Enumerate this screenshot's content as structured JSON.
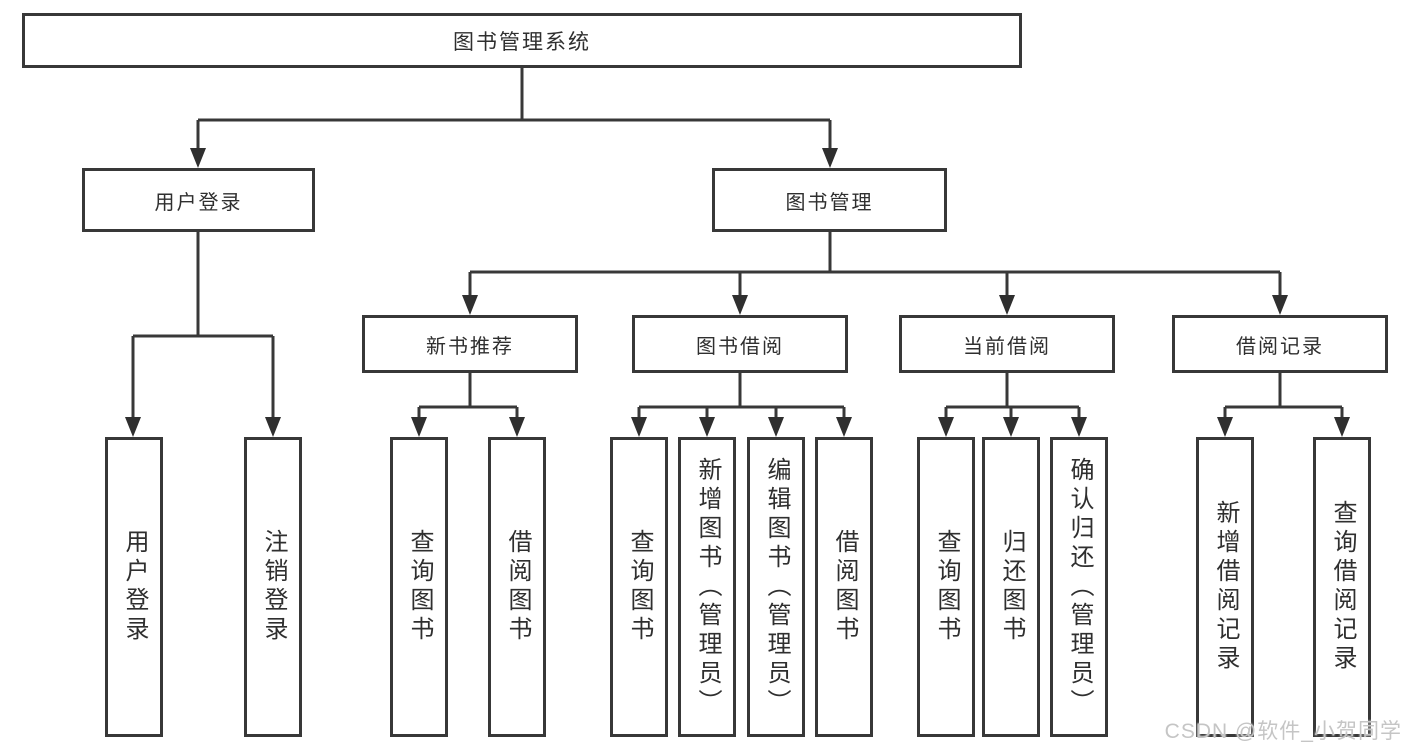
{
  "diagram": {
    "root": "图书管理系统",
    "branches": [
      {
        "label": "用户登录",
        "leaves": [
          "用户登录",
          "注销登录"
        ]
      },
      {
        "label": "图书管理",
        "children": [
          {
            "label": "新书推荐",
            "leaves": [
              "查询图书",
              "借阅图书"
            ]
          },
          {
            "label": "图书借阅",
            "leaves": [
              "查询图书",
              "新增图书（管理员）",
              "编辑图书（管理员）",
              "借阅图书"
            ]
          },
          {
            "label": "当前借阅",
            "leaves": [
              "查询图书",
              "归还图书",
              "确认归还（管理员）"
            ]
          },
          {
            "label": "借阅记录",
            "leaves": [
              "新增借阅记录",
              "查询借阅记录"
            ]
          }
        ]
      }
    ]
  },
  "watermark": "CSDN @软件_小贺同学",
  "colors": {
    "line": "#383838",
    "box_border": "#383838",
    "text": "#2f2f2f",
    "watermark": "#c5c5c5",
    "background": "#ffffff"
  }
}
